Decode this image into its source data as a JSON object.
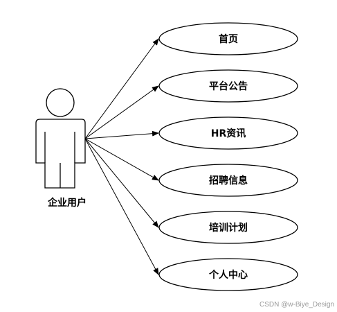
{
  "actor": {
    "label": "企业用户"
  },
  "use_cases": [
    {
      "label": "首页"
    },
    {
      "label": "平台公告"
    },
    {
      "label": "HR资讯"
    },
    {
      "label": "招聘信息"
    },
    {
      "label": "培训计划"
    },
    {
      "label": "个人中心"
    }
  ],
  "watermark": "CSDN @w-Biye_Design",
  "colors": {
    "stroke": "#000000",
    "background": "#ffffff",
    "watermark": "#9a9a9a"
  }
}
